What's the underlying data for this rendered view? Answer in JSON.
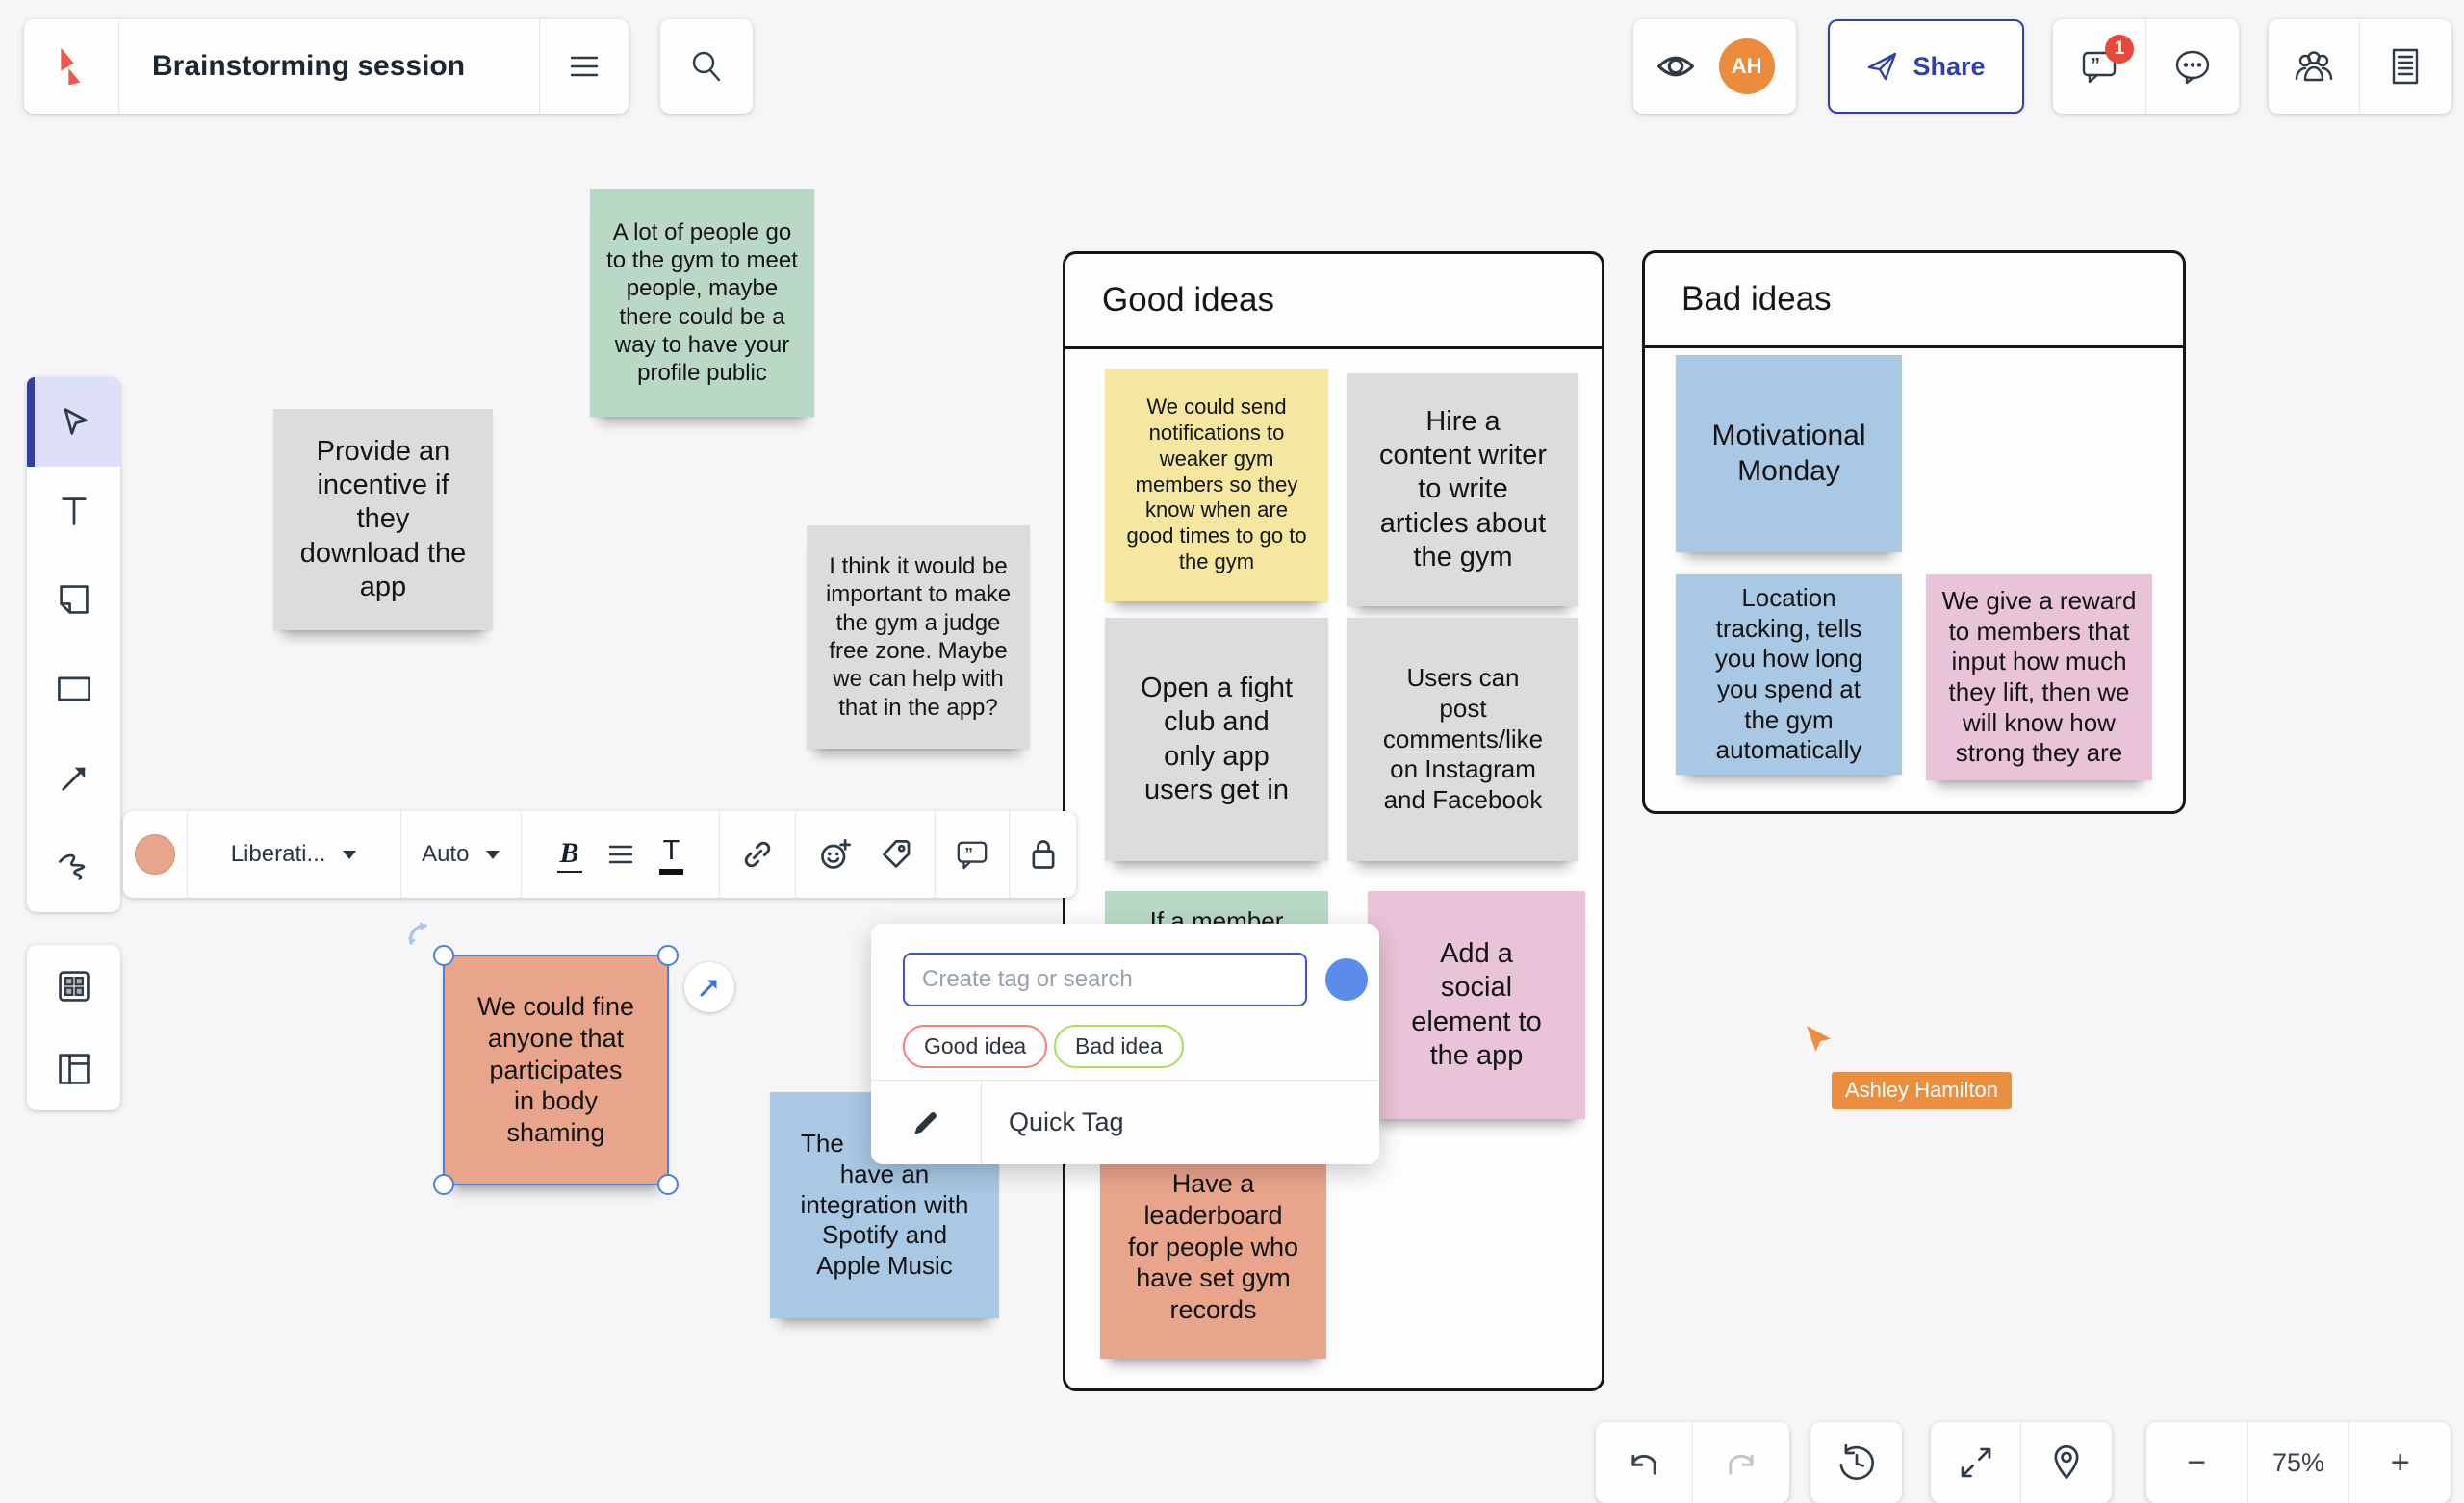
{
  "header": {
    "title": "Brainstorming session",
    "avatar_initials": "AH",
    "share_label": "Share",
    "comment_badge_count": "1"
  },
  "format_toolbar": {
    "font_label": "Liberati...",
    "size_label": "Auto",
    "bold_label": "B",
    "text_color_label": "T"
  },
  "tag_popup": {
    "input_placeholder": "Create tag or search",
    "tags": [
      {
        "label": "Good idea",
        "color": "#f0837b"
      },
      {
        "label": "Bad idea",
        "color": "#a6e15c"
      }
    ],
    "quick_tag_label": "Quick Tag"
  },
  "frames": [
    {
      "title": "Good ideas"
    },
    {
      "title": "Bad ideas"
    }
  ],
  "notes": [
    {
      "text": "A lot of people go\nto the gym to meet\npeople, maybe\nthere could be a\nway to have your\nprofile public",
      "color": "green"
    },
    {
      "text": "Provide an\nincentive if\nthey\ndownload the\napp",
      "color": "gray"
    },
    {
      "text": "I think it would be\nimportant to make\nthe gym a judge\nfree zone. Maybe\nwe can help with\nthat in the app?",
      "color": "gray"
    },
    {
      "text": "We could send\nnotifications to\nweaker gym\nmembers so they\nknow when are\ngood times to go to\nthe gym",
      "color": "yellow",
      "tag": "red"
    },
    {
      "text": "Hire a\ncontent writer\nto write\narticles about\nthe gym",
      "color": "gray",
      "tag": "red"
    },
    {
      "text": "Open a fight\nclub and\nonly app\nusers get in",
      "color": "gray",
      "tag": "red"
    },
    {
      "text": "Users can\npost\ncomments/like\non Instagram\nand Facebook",
      "color": "gray",
      "tag": "red"
    },
    {
      "text": "If a member",
      "color": "green",
      "tag": "red"
    },
    {
      "text": "Add a\nsocial\nelement to\nthe app",
      "color": "pink",
      "tag": "red"
    },
    {
      "text": "Have a\nleaderboard\nfor people who\nhave set gym\nrecords",
      "color": "salmon"
    },
    {
      "text": "Motivational\nMonday",
      "color": "blue",
      "tag": "green"
    },
    {
      "text": "Location\ntracking, tells\nyou how long\nyou spend at\nthe gym\nautomatically",
      "color": "blue",
      "tag": "green"
    },
    {
      "text": "We give a reward\nto members that\ninput how much\nthey lift, then we\nwill know how\nstrong they are",
      "color": "pink",
      "tag": "green"
    },
    {
      "text": "We could fine\nanyone that\nparticipates\nin body\nshaming",
      "color": "salmon",
      "selected": true
    },
    {
      "line1": "The",
      "rest": "have an\nintegration with\nSpotify and\nApple Music",
      "color": "blue"
    }
  ],
  "collaborator": {
    "name": "Ashley Hamilton",
    "color": "#ec8e40"
  },
  "bottom_controls": {
    "zoom_out_label": "−",
    "zoom_level": "75%",
    "zoom_in_label": "+"
  },
  "colors": {
    "accent_blue": "#2f3fac",
    "selection_blue": "#4b7fe2",
    "badge_red": "#e8483c",
    "avatar_orange": "#ed8b3c",
    "tag_red": "#ef7d7d",
    "tag_green": "#a6e15c",
    "note_yellow": "#f6e7a0",
    "note_gray": "#dcdcdc",
    "note_green": "#b9d9c6",
    "note_blue": "#a9c8e4",
    "note_pink": "#e9c3d7",
    "note_salmon": "#e9a58c"
  }
}
